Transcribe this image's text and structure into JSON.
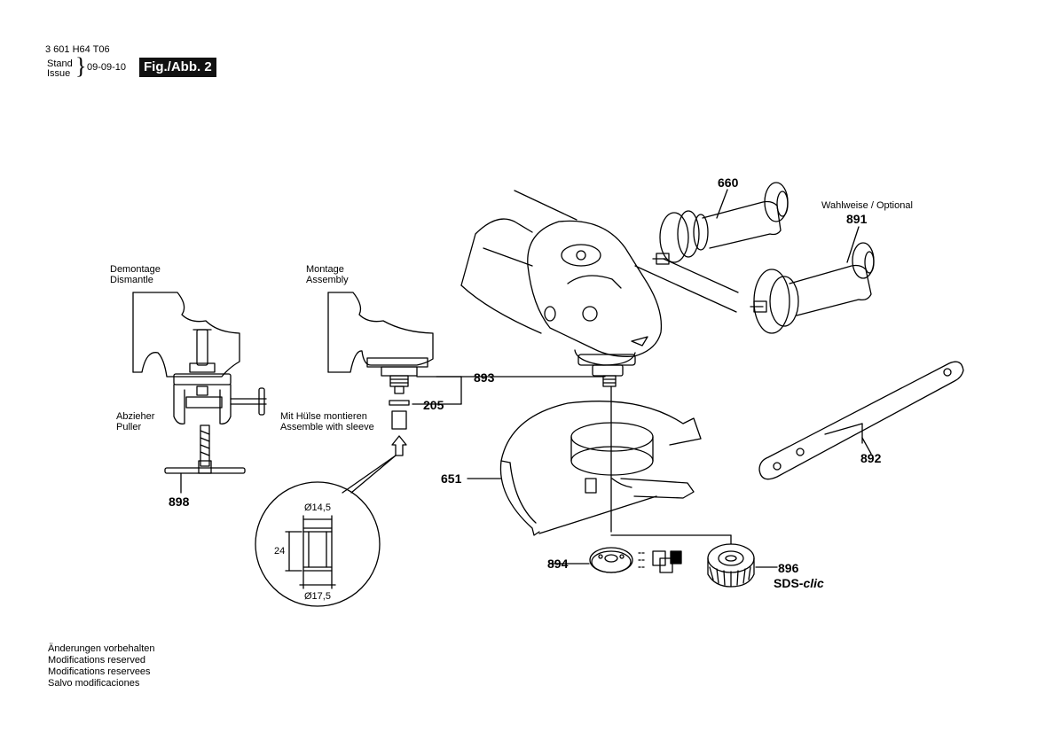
{
  "header": {
    "doc_number": "3 601 H64 T06",
    "stand_label": "Stand",
    "issue_label": "Issue",
    "date": "09-09-10",
    "figure_label": "Fig./Abb. 2"
  },
  "labels": {
    "dismantle_de": "Demontage",
    "dismantle_en": "Dismantle",
    "assembly_de": "Montage",
    "assembly_en": "Assembly",
    "puller_de": "Abzieher",
    "puller_en": "Puller",
    "sleeve_de": "Mit Hülse montieren",
    "sleeve_en": "Assemble with sleeve",
    "optional": "Wahlweise / Optional",
    "sds_prefix": "SDS-",
    "sds_suffix": "clic",
    "dim_top": "Ø14,5",
    "dim_side": "24",
    "dim_bottom": "Ø17,5"
  },
  "parts": {
    "p660": "660",
    "p891": "891",
    "p893": "893",
    "p205": "205",
    "p898": "898",
    "p651": "651",
    "p892": "892",
    "p894": "894",
    "p896": "896"
  },
  "footer": {
    "line1": "Änderungen vorbehalten",
    "line2": "Modifications reserved",
    "line3": "Modifications reservees",
    "line4": "Salvo modificaciones"
  }
}
